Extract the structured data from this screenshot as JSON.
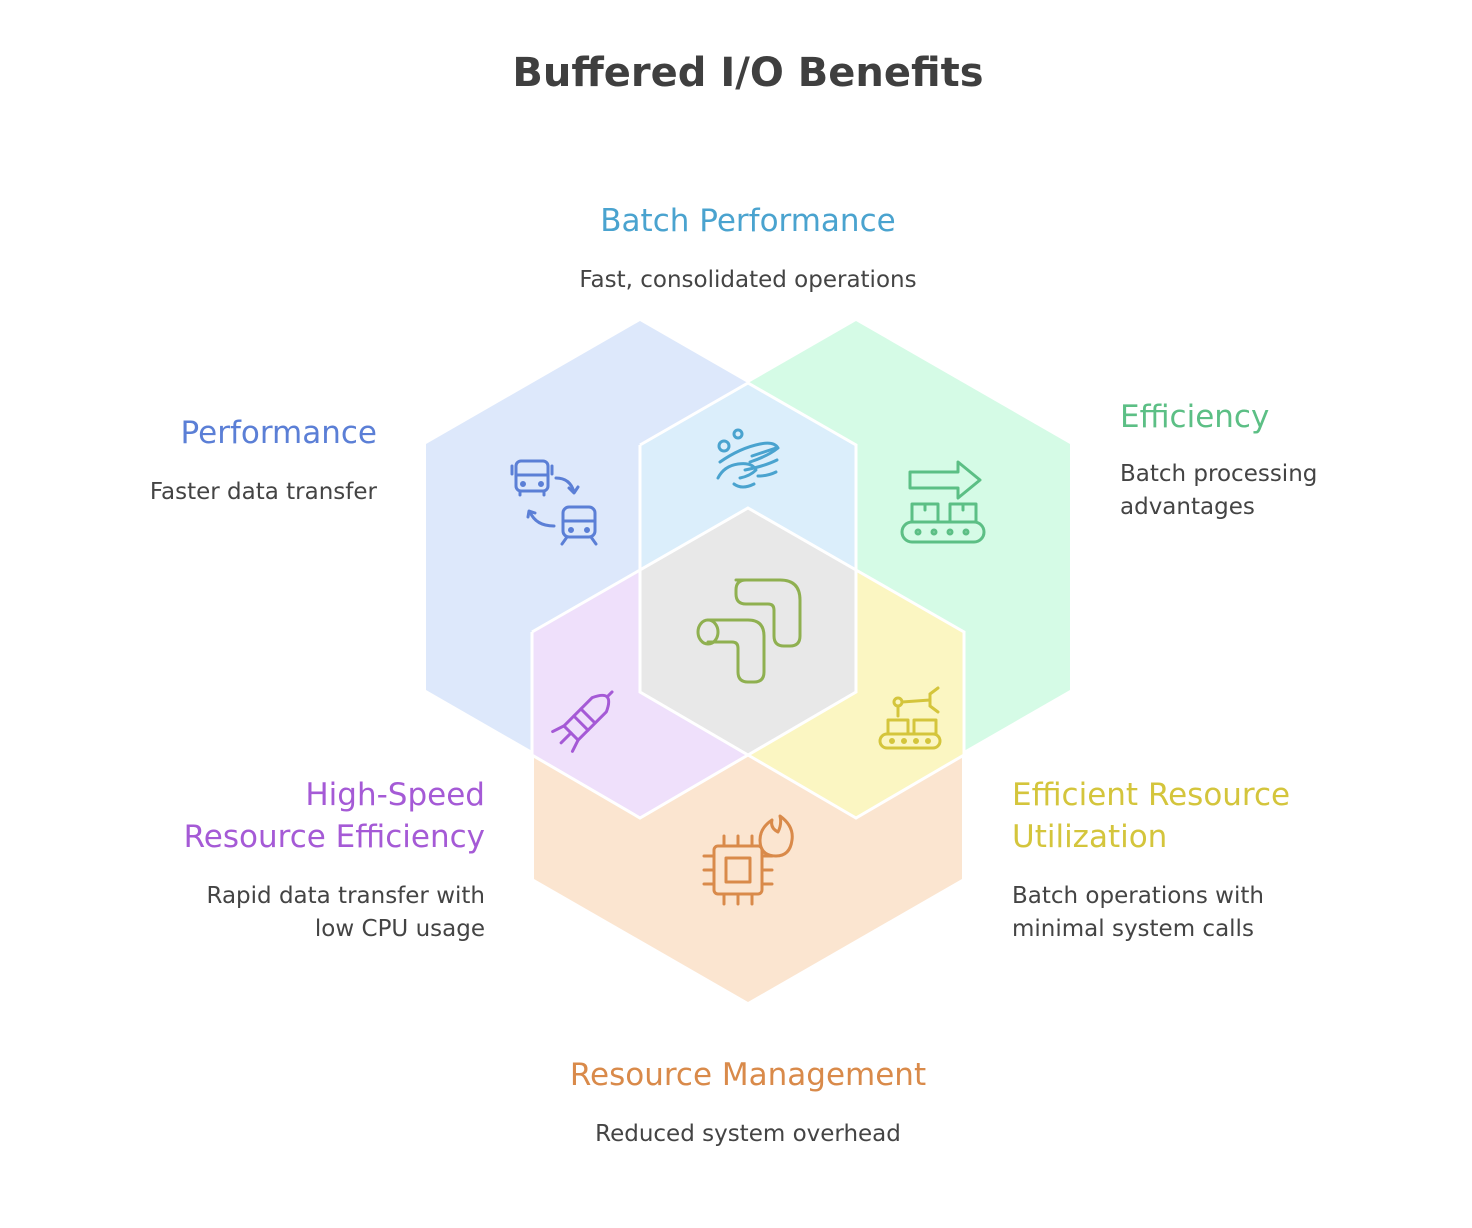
{
  "title": "Buffered I/O Benefits",
  "colors": {
    "blue": "#5b7fd6",
    "teal": "#4aa3cf",
    "green": "#5cbf85",
    "purple": "#a55ad6",
    "yellow": "#d4c53c",
    "orange": "#d98a4a",
    "text": "#444444"
  },
  "sections": {
    "batch_performance": {
      "label": "Batch Performance",
      "description": "Fast, consolidated operations",
      "icon": "fast-wind-icon"
    },
    "performance": {
      "label": "Performance",
      "description": "Faster data transfer",
      "icon": "bus-train-transfer-icon"
    },
    "efficiency": {
      "label": "Efficiency",
      "description_lines": [
        "Batch processing",
        "advantages"
      ],
      "icon": "conveyor-arrow-icon"
    },
    "high_speed": {
      "label_lines": [
        "High-Speed",
        "Resource Efficiency"
      ],
      "description_lines": [
        "Rapid data transfer with",
        "low CPU usage"
      ],
      "icon": "rocket-icon"
    },
    "efficient_resource": {
      "label_lines": [
        "Efficient Resource",
        "Utilization"
      ],
      "description_lines": [
        "Batch operations with",
        "minimal system calls"
      ],
      "icon": "robot-arm-icon"
    },
    "resource_management": {
      "label": "Resource Management",
      "description": "Reduced system overhead",
      "icon": "cpu-fire-icon"
    },
    "center": {
      "icon": "pipe-icon"
    }
  }
}
